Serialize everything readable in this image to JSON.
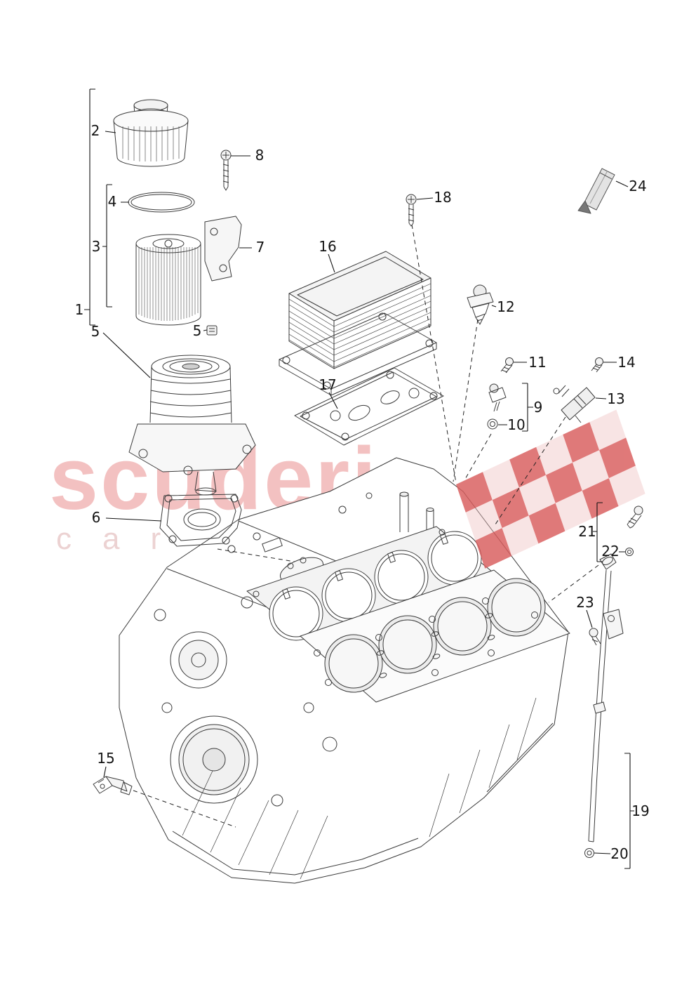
{
  "page": {
    "background_color": "#ffffff"
  },
  "watermark": {
    "title": "scuderia",
    "subtitle": "car parts",
    "title_color": "#e98a8a",
    "subtitle_color": "#ddafaf",
    "flag_dark_color": "#d95c5c",
    "flag_light_color": "#f0c0c0"
  },
  "callouts": {
    "p1": "1",
    "p2": "2",
    "p3": "3",
    "p4": "4",
    "p5a": "5",
    "p5b": "5",
    "p6": "6",
    "p7": "7",
    "p8": "8",
    "p9": "9",
    "p10": "10",
    "p11": "11",
    "p12": "12",
    "p13": "13",
    "p14": "14",
    "p15": "15",
    "p16": "16",
    "p17": "17",
    "p18": "18",
    "p19": "19",
    "p20": "20",
    "p21": "21",
    "p22": "22",
    "p23": "23",
    "p24": "24"
  }
}
